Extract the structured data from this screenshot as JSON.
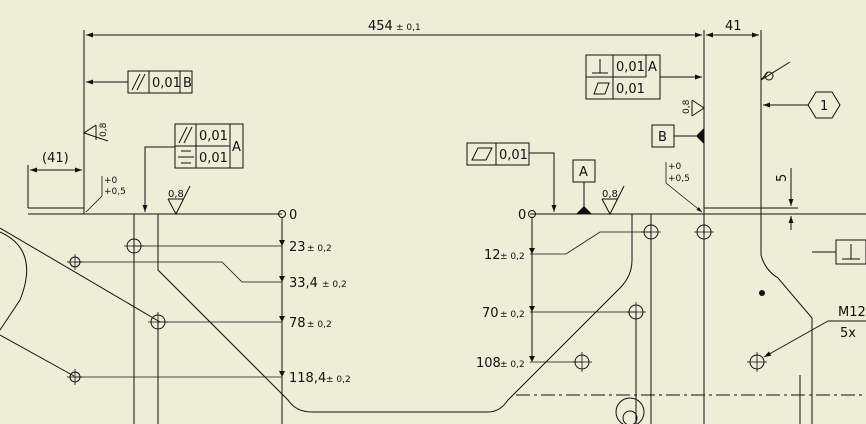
{
  "dimensions": {
    "overall_value": "454",
    "overall_tol": "± 0,1",
    "right_offset": "41",
    "left_ref": "(41)",
    "vertical_step": "5"
  },
  "origin_labels": {
    "left_zero": "0",
    "right_zero": "0"
  },
  "left_ordinates": [
    {
      "value": "23",
      "tol": "± 0,2"
    },
    {
      "value": "33,4",
      "tol": "± 0,2"
    },
    {
      "value": "78",
      "tol": "± 0,2"
    },
    {
      "value": "118,4",
      "tol": "± 0,2"
    }
  ],
  "right_ordinates": [
    {
      "value": "12",
      "tol": "± 0,2"
    },
    {
      "value": "70",
      "tol": "± 0,2"
    },
    {
      "value": "108",
      "tol": "± 0,2"
    }
  ],
  "tolerance_frames": {
    "parallel_b": {
      "symbol": "parallelism-icon",
      "value": "0,01",
      "datum": "B"
    },
    "stack_left_1": {
      "symbol": "parallelism-icon",
      "value": "0,01"
    },
    "stack_left_2": {
      "symbol": "symmetry-icon",
      "value": "0,01"
    },
    "stack_left_datum": "A",
    "perp_a": {
      "symbol": "perpendicularity-icon",
      "value": "0,01",
      "datum": "A"
    },
    "flat_top": {
      "symbol": "flatness-icon",
      "value": "0,01"
    },
    "flat_left": {
      "symbol": "flatness-icon",
      "value": "0,01"
    },
    "perp_edge": {
      "symbol": "perpendicularity-icon"
    }
  },
  "datums": {
    "a": "A",
    "b": "B"
  },
  "roughness": {
    "value": "0,8"
  },
  "upper_deviation": "+0",
  "lower_deviation": "+0,5",
  "balloon": "1",
  "thread_note": {
    "size": "M12",
    "count": "5x"
  }
}
